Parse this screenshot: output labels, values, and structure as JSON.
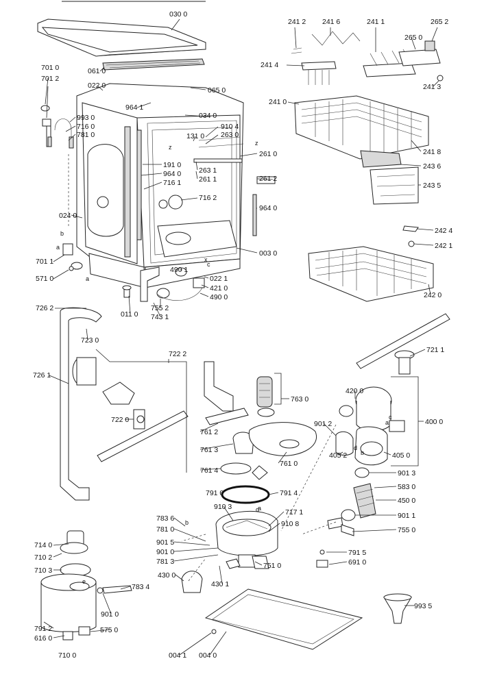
{
  "labels": [
    "030 0",
    "061 0",
    "065 0",
    "022 0",
    "964 1",
    "701 0",
    "701 2",
    "993 0",
    "716 0",
    "781 0",
    "034 0",
    "910 4",
    "263 0",
    "131 0",
    "191 0",
    "964 0",
    "716 1",
    "263 1",
    "261 1",
    "261 0",
    "261 2",
    "716 2",
    "024 0",
    "964 0",
    "003 0",
    "701 1",
    "571 0",
    "490 1",
    "022 1",
    "421 0",
    "490 0",
    "011 0",
    "755 2",
    "743 1",
    "241 2",
    "241 6",
    "241 1",
    "265 2",
    "265 0",
    "241 4",
    "241 3",
    "241 0",
    "241 8",
    "243 6",
    "243 5",
    "242 4",
    "242 1",
    "242 0",
    "726 2",
    "723 0",
    "722 2",
    "726 1",
    "722 0",
    "721 1",
    "763 0",
    "761 2",
    "761 3",
    "761 4",
    "761 0",
    "420 0",
    "400 0",
    "901 2",
    "405 2",
    "405 0",
    "901 3",
    "583 0",
    "450 0",
    "901 1",
    "755 0",
    "791 0",
    "791 4",
    "910 3",
    "717 1",
    "783 6",
    "910 8",
    "781 0",
    "901 5",
    "901 0",
    "781 3",
    "791 5",
    "691 0",
    "751 0",
    "714 0",
    "710 2",
    "710 3",
    "430 0",
    "430 1",
    "783 4",
    "901 0",
    "791 2",
    "575 0",
    "616 0",
    "710 0",
    "993 5",
    "004 1",
    "004 0"
  ],
  "letters": [
    "z",
    "z",
    "b",
    "a",
    "a",
    "c",
    "x",
    "b",
    "a",
    "d",
    "e",
    "d",
    "a",
    "c",
    "b"
  ]
}
